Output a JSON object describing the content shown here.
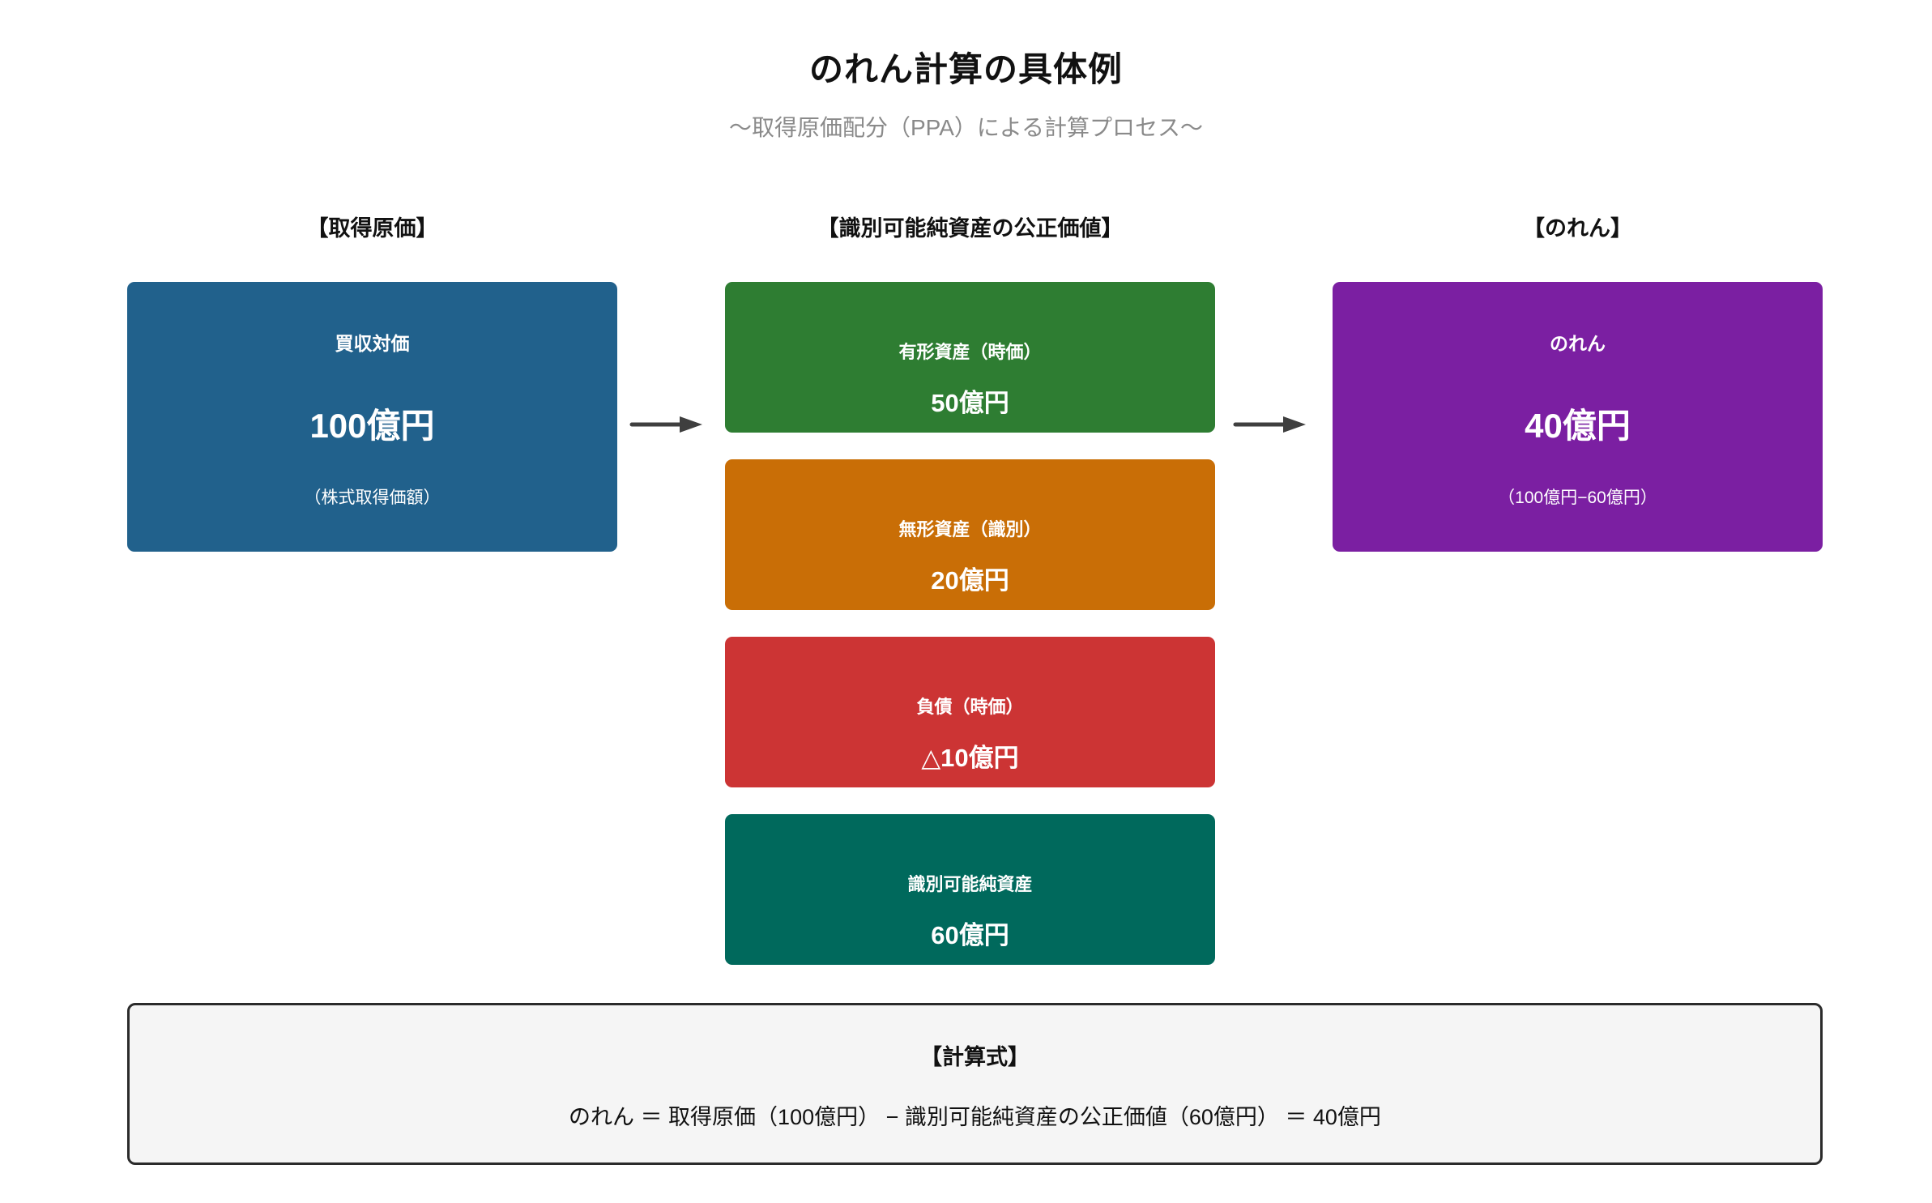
{
  "title": "のれん計算の具体例",
  "subtitle": "～取得原価配分（PPA）による計算プロセス～",
  "left_column": {
    "header": "【取得原価】",
    "box": {
      "label": "買収対価",
      "value": "100億円",
      "note": "（株式取得価額）",
      "color": "#21618C"
    }
  },
  "middle_column": {
    "header": "【識別可能純資産の公正価値】",
    "boxes": [
      {
        "label": "有形資産（時価）",
        "value": "50億円",
        "color": "#2E7D32"
      },
      {
        "label": "無形資産（識別）",
        "value": "20億円",
        "color": "#C96E06"
      },
      {
        "label": "負債（時価）",
        "value": "△10億円",
        "color": "#CC3434"
      },
      {
        "label": "識別可能純資産",
        "value": "60億円",
        "color": "#00695C"
      }
    ]
  },
  "right_column": {
    "header": "【のれん】",
    "box": {
      "label": "のれん",
      "value": "40億円",
      "note": "（100億円−60億円）",
      "color": "#7B1FA2"
    }
  },
  "arrows": {
    "color": "#3F3F3F"
  },
  "formula": {
    "header": "【計算式】",
    "text": "のれん ＝ 取得原価（100億円） − 識別可能純資産の公正価値（60億円） ＝ 40億円",
    "background": "#F5F5F5",
    "border_color": "#2B2B2B"
  }
}
